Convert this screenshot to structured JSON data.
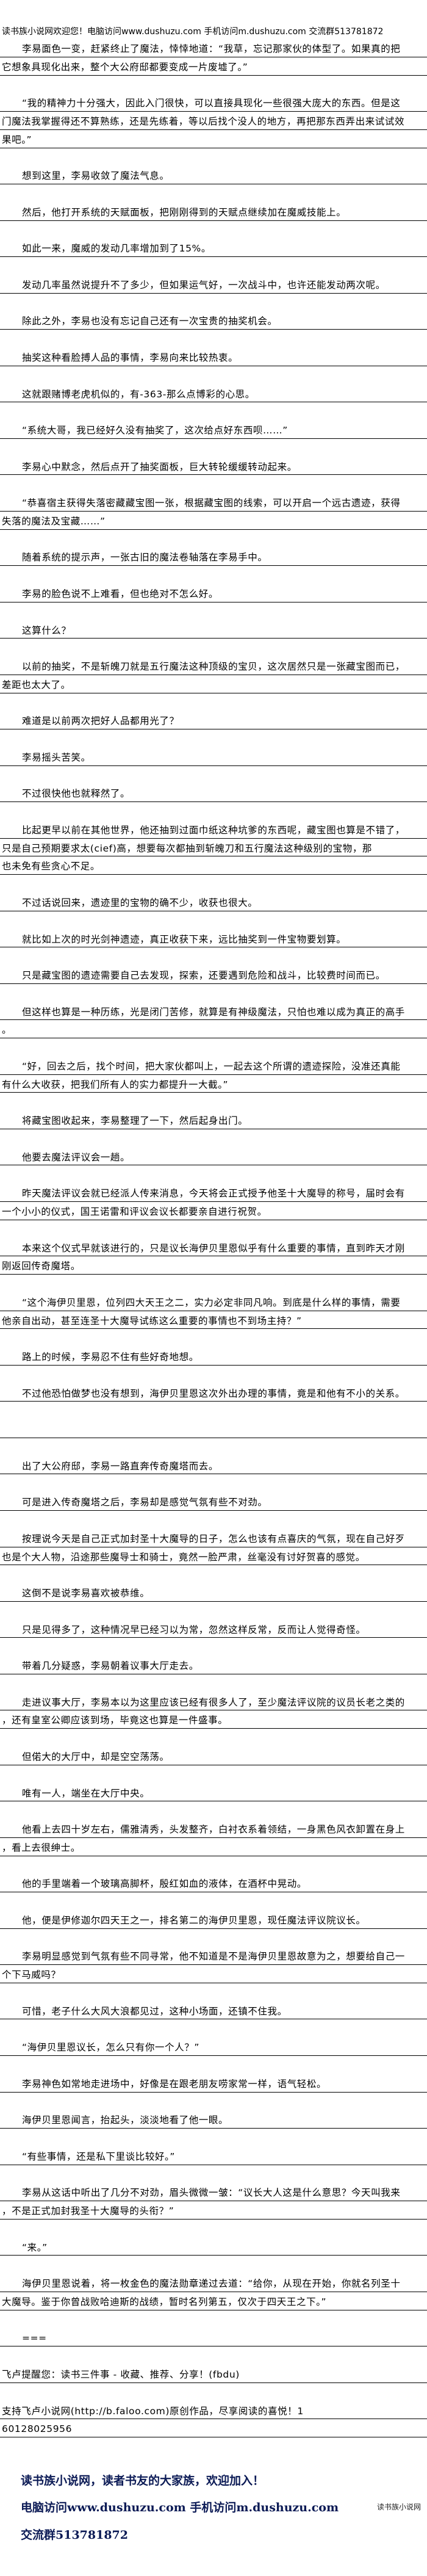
{
  "header": {
    "text": "读书族小说网欢迎您！电脑访问www.dushuzu.com 手机访问m.dushuzu.com 交流群513781872"
  },
  "paragraphs": [
    {
      "indent": true,
      "lines": [
        "李易面色一变，赶紧终止了魔法，悻悻地道：“我草，忘记那家伙的体型了。如果真的把",
        "它想象具现化出来，整个大公府邸都要变成一片废墟了。”"
      ]
    },
    {
      "indent": true,
      "lines": [
        "“我的精神力十分强大，因此入门很快，可以直接具现化一些很强大庞大的东西。但是这",
        "门魔法我掌握得还不算熟练，还是先练着，等以后找个没人的地方，再把那东西弄出来试试效",
        "果吧。”"
      ]
    },
    {
      "indent": true,
      "lines": [
        "想到这里，李易收敛了魔法气息。"
      ]
    },
    {
      "indent": true,
      "lines": [
        "然后，他打开系统的天赋面板，把刚刚得到的天赋点继续加在魔威技能上。"
      ]
    },
    {
      "indent": true,
      "lines": [
        "如此一来，魔威的发动几率增加到了15%。"
      ]
    },
    {
      "indent": true,
      "lines": [
        "发动几率虽然说提升不了多少，但如果运气好，一次战斗中，也许还能发动两次呢。"
      ]
    },
    {
      "indent": true,
      "lines": [
        "除此之外，李易也没有忘记自己还有一次宝贵的抽奖机会。"
      ]
    },
    {
      "indent": true,
      "lines": [
        "抽奖这种看脸搏人品的事情，李易向来比较热衷。"
      ]
    },
    {
      "indent": true,
      "lines": [
        "这就跟赌博老虎机似的，有-363-那么点博彩的心思。"
      ]
    },
    {
      "indent": true,
      "lines": [
        "“系统大哥，我已经好久没有抽奖了，这次给点好东西呗……”"
      ]
    },
    {
      "indent": true,
      "lines": [
        "李易心中默念，然后点开了抽奖面板，巨大转轮缓缓转动起来。"
      ]
    },
    {
      "indent": true,
      "lines": [
        "“恭喜宿主获得失落密藏藏宝图一张，根据藏宝图的线索，可以开启一个远古遗迹，获得",
        "失落的魔法及宝藏……”"
      ]
    },
    {
      "indent": true,
      "lines": [
        "随着系统的提示声，一张古旧的魔法卷轴落在李易手中。"
      ]
    },
    {
      "indent": true,
      "lines": [
        "李易的脸色说不上难看，但也绝对不怎么好。"
      ]
    },
    {
      "indent": true,
      "lines": [
        "这算什么？"
      ]
    },
    {
      "indent": true,
      "lines": [
        "以前的抽奖，不是斩魄刀就是五行魔法这种顶级的宝贝，这次居然只是一张藏宝图而已，",
        "差距也太大了。"
      ]
    },
    {
      "indent": true,
      "lines": [
        "难道是以前两次把好人品都用光了？"
      ]
    },
    {
      "indent": true,
      "lines": [
        "李易摇头苦笑。"
      ]
    },
    {
      "indent": true,
      "lines": [
        "不过很快他也就释然了。"
      ]
    },
    {
      "indent": true,
      "lines": [
        "比起更早以前在其他世界，他还抽到过面巾纸这种坑爹的东西呢，藏宝图也算是不错了，",
        "只是自己预期要求太(cief)高，想要每次都抽到斩魄刀和五行魔法这种级别的宝物，那",
        "也未免有些贪心不足。"
      ]
    },
    {
      "indent": true,
      "lines": [
        "不过话说回来，遗迹里的宝物的确不少，收获也很大。"
      ]
    },
    {
      "indent": true,
      "lines": [
        "就比如上次的时光剑神遗迹，真正收获下来，远比抽奖到一件宝物要划算。"
      ]
    },
    {
      "indent": true,
      "lines": [
        "只是藏宝图的遗迹需要自己去发现，探索，还要遇到危险和战斗，比较费时间而已。"
      ]
    },
    {
      "indent": true,
      "lines": [
        "但这样也算是一种历练，光是闭门苦修，就算是有神级魔法，只怕也难以成为真正的高手",
        "。"
      ]
    },
    {
      "indent": true,
      "lines": [
        "“好，回去之后，找个时间，把大家伙都叫上，一起去这个所谓的遗迹探险，没准还真能",
        "有什么大收获，把我们所有人的实力都提升一大截。”"
      ]
    },
    {
      "indent": true,
      "lines": [
        "将藏宝图收起来，李易整理了一下，然后起身出门。"
      ]
    },
    {
      "indent": true,
      "lines": [
        "他要去魔法评议会一趟。"
      ]
    },
    {
      "indent": true,
      "lines": [
        "昨天魔法评议会就已经派人传来消息，今天将会正式授予他圣十大魔导的称号，届时会有",
        "一个小小的仪式，国王诺雷和评议会议长都要亲自进行祝贺。"
      ]
    },
    {
      "indent": true,
      "lines": [
        "本来这个仪式早就该进行的，只是议长海伊贝里恩似乎有什么重要的事情，直到昨天才刚",
        "刚返回传奇魔塔。"
      ]
    },
    {
      "indent": true,
      "lines": [
        "“这个海伊贝里恩，位列四大天王之二，实力必定非同凡响。到底是什么样的事情，需要",
        "他亲自出动，甚至连圣十大魔导试练这么重要的事情也不到场主持？”"
      ]
    },
    {
      "indent": true,
      "lines": [
        "路上的时候，李易忍不住有些好奇地想。"
      ]
    },
    {
      "indent": true,
      "lines": [
        "不过他恐怕做梦也没有想到，海伊贝里恩这次外出办理的事情，竟是和他有不小的关系。"
      ]
    },
    {
      "indent": false,
      "lines": [
        ""
      ]
    },
    {
      "indent": true,
      "lines": [
        "出了大公府邸，李易一路直奔传奇魔塔而去。"
      ]
    },
    {
      "indent": true,
      "lines": [
        "可是进入传奇魔塔之后，李易却是感觉气氛有些不对劲。"
      ]
    },
    {
      "indent": true,
      "lines": [
        "按理说今天是自己正式加封圣十大魔导的日子，怎么也该有点喜庆的气氛，现在自己好歹",
        "也是个大人物，沿途那些魔导士和骑士，竟然一脸严肃，丝毫没有讨好贺喜的感觉。"
      ]
    },
    {
      "indent": true,
      "lines": [
        "这倒不是说李易喜欢被恭维。"
      ]
    },
    {
      "indent": true,
      "lines": [
        "只是见得多了，这种情况早已经习以为常，忽然这样反常，反而让人觉得奇怪。"
      ]
    },
    {
      "indent": true,
      "lines": [
        "带着几分疑惑，李易朝着议事大厅走去。"
      ]
    },
    {
      "indent": true,
      "lines": [
        "走进议事大厅，李易本以为这里应该已经有很多人了，至少魔法评议院的议员长老之类的",
        "，还有皇室公卿应该到场，毕竟这也算是一件盛事。"
      ]
    },
    {
      "indent": true,
      "lines": [
        "但偌大的大厅中，却是空空荡荡。"
      ]
    },
    {
      "indent": true,
      "lines": [
        "唯有一人，端坐在大厅中央。"
      ]
    },
    {
      "indent": true,
      "lines": [
        "他看上去四十岁左右，儒雅清秀，头发整齐，白衬衣系着领结，一身黑色风衣卸置在身上",
        "，看上去很绅士。"
      ]
    },
    {
      "indent": true,
      "lines": [
        "他的手里端着一个玻璃高脚杯，殷红如血的液体，在酒杯中晃动。"
      ]
    },
    {
      "indent": true,
      "lines": [
        "他，便是伊修迦尔四天王之一，排名第二的海伊贝里恩，现任魔法评议院议长。"
      ]
    },
    {
      "indent": true,
      "lines": [
        "李易明显感觉到气氛有些不同寻常，他不知道是不是海伊贝里恩故意为之，想要给自己一",
        "个下马威吗？"
      ]
    },
    {
      "indent": true,
      "lines": [
        "可惜，老子什么大风大浪都见过，这种小场面，还镇不住我。"
      ]
    },
    {
      "indent": true,
      "lines": [
        "“海伊贝里恩议长，怎么只有你一个人？”"
      ]
    },
    {
      "indent": true,
      "lines": [
        "李易神色如常地走进场中，好像是在跟老朋友唠家常一样，语气轻松。"
      ]
    },
    {
      "indent": true,
      "lines": [
        "海伊贝里恩闻言，抬起头，淡淡地看了他一眼。"
      ]
    },
    {
      "indent": true,
      "lines": [
        "“有些事情，还是私下里谈比较好。”"
      ]
    },
    {
      "indent": true,
      "lines": [
        "李易从这话中听出了几分不对劲，眉头微微一皱：“议长大人这是什么意思？今天叫我来",
        "，不是正式加封我圣十大魔导的头衔？”"
      ]
    },
    {
      "indent": true,
      "lines": [
        "“来。”"
      ]
    },
    {
      "indent": true,
      "lines": [
        "海伊贝里恩说着，将一枚金色的魔法勋章递过去道：“给你，从现在开始，你就名列圣十",
        "大魔导。鉴于你曾战败哈迪斯的战绩，暂时名列第五，仅次于四天王之下。”"
      ]
    },
    {
      "indent": true,
      "lines": [
        "==="
      ]
    },
    {
      "indent": false,
      "lines": [
        "飞卢提醒您：读书三件事 - 收藏、推荐、分享！(fbdu)"
      ]
    },
    {
      "indent": false,
      "lines": [
        "支持飞卢小说网(http://b.faloo.com)原创作品，尽享阅读的喜悦！1",
        "60128025956"
      ]
    }
  ],
  "footer": {
    "slogan": "读书族小说网，读者书友的大家族，欢迎加入！",
    "access": "电脑访问www.dushuzu.com 手机访问m.dushuzu.com",
    "group": "交流群513781872",
    "brand": "读书族小说网"
  }
}
